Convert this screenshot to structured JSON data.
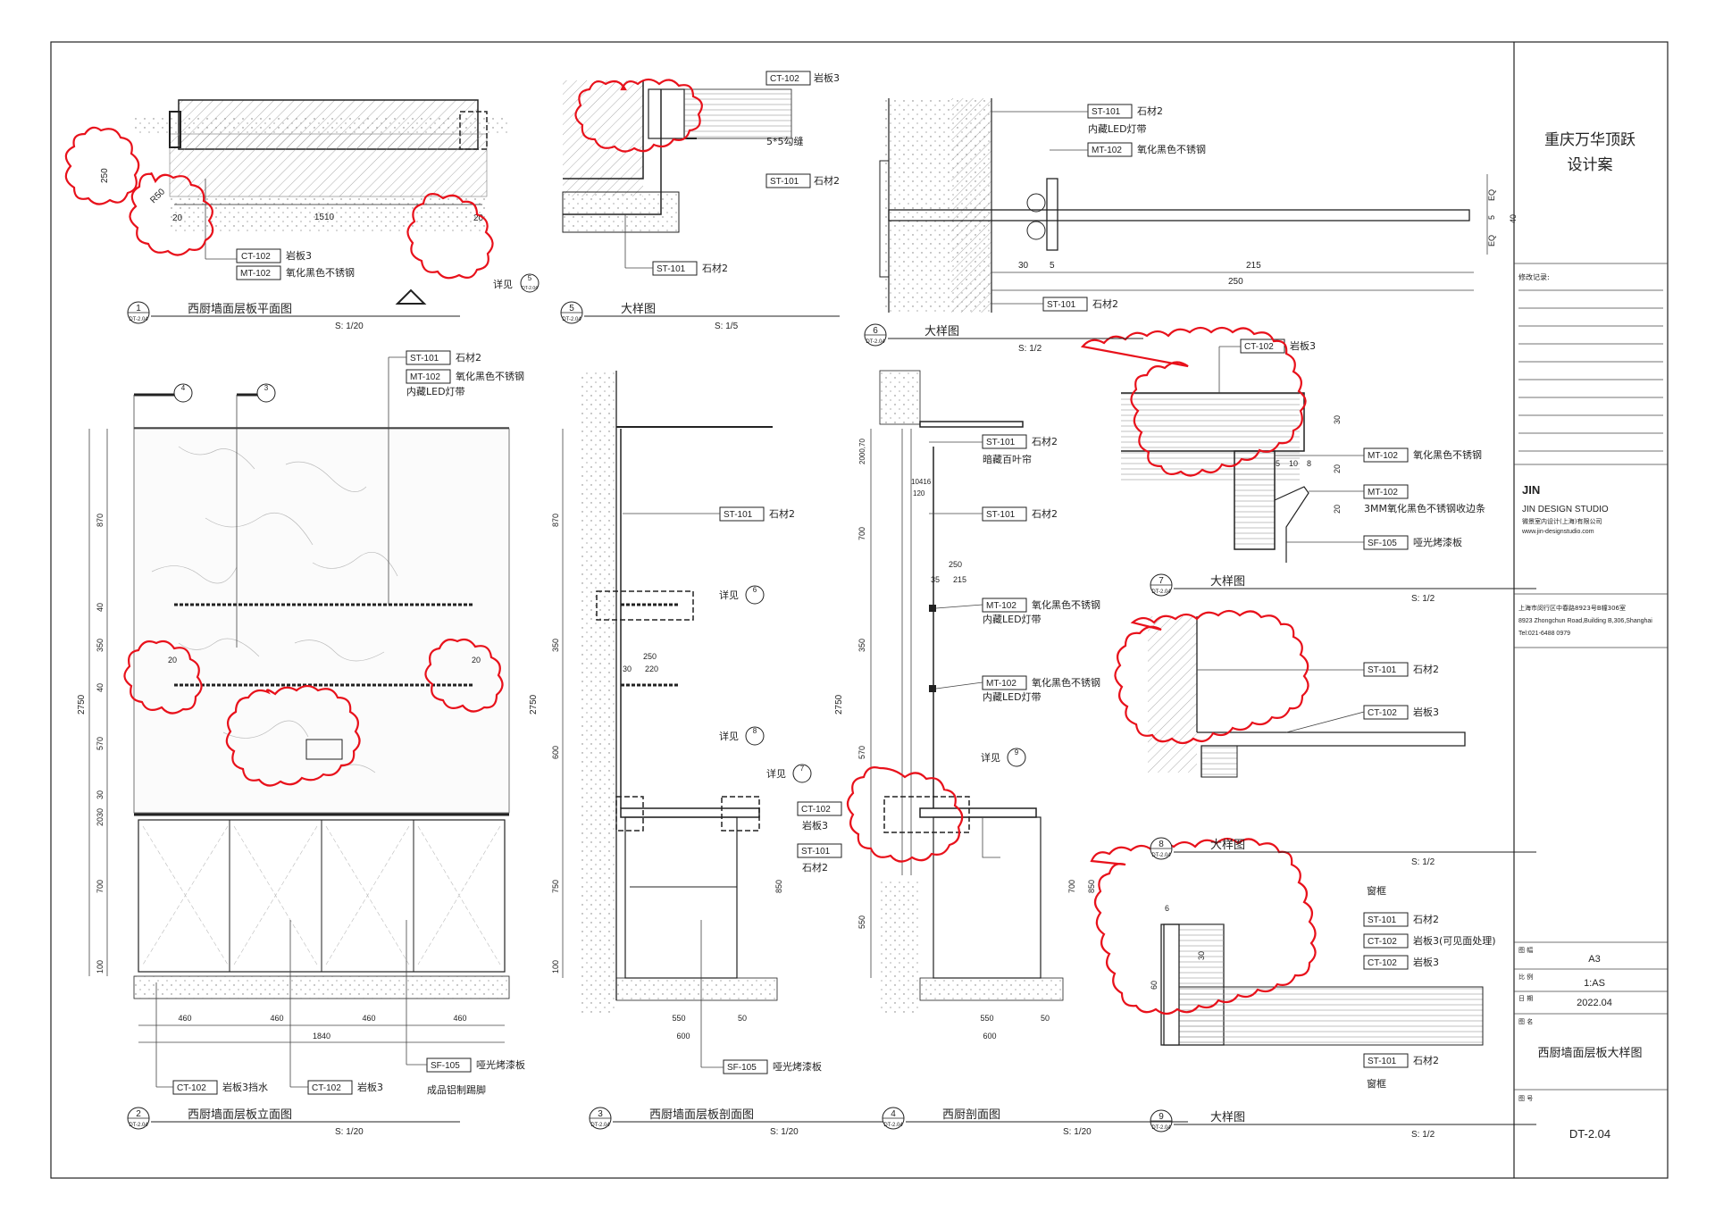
{
  "title_block": {
    "project_line1": "重庆万华顶跃",
    "project_line2": "设计案",
    "revision_label": "修改记录:",
    "studio_name": "JIN DESIGN STUDIO",
    "studio_cn": "微景室内设计(上海)有限公司",
    "studio_web": "www.jin-designstudio.com",
    "address_cn": "上海市闵行区中春路8923号B幢306室",
    "address_en": "8923 Zhongchun Road,Building B,306,Shanghai",
    "tel": "Tel:021-6488 0979",
    "size_label": "图 幅",
    "size_value": "A3",
    "scale_label": "比 例",
    "scale_value": "1:AS",
    "date_label": "日 期",
    "date_value": "2022.04",
    "name_label": "图 名",
    "drawing_name": "西厨墙面层板大样图",
    "number_label": "图 号",
    "drawing_number": "DT-2.04"
  },
  "views": [
    {
      "num": "1",
      "sheet": "DT-2.04",
      "title": "西厨墙面层板平面图",
      "scale": "S: 1/20"
    },
    {
      "num": "5",
      "sheet": "DT-2.04",
      "title": "大样图",
      "scale": "S: 1/5"
    },
    {
      "num": "6",
      "sheet": "DT-2.04",
      "title": "大样图",
      "scale": "S: 1/2"
    },
    {
      "num": "7",
      "sheet": "DT-2.04",
      "title": "大样图",
      "scale": "S: 1/2"
    },
    {
      "num": "8",
      "sheet": "DT-2.04",
      "title": "大样图",
      "scale": "S: 1/2"
    },
    {
      "num": "9",
      "sheet": "DT-2.04",
      "title": "大样图",
      "scale": "S: 1/2"
    },
    {
      "num": "2",
      "sheet": "DT-2.04",
      "title": "西厨墙面层板立面图",
      "scale": "S: 1/20"
    },
    {
      "num": "3",
      "sheet": "DT-2.04",
      "title": "西厨墙面层板剖面图",
      "scale": "S: 1/20"
    },
    {
      "num": "4",
      "sheet": "DT-2.04",
      "title": "西厨剖面图",
      "scale": "S: 1/20"
    }
  ],
  "codes": {
    "ct102": "CT-102",
    "mt102": "MT-102",
    "st101": "ST-101",
    "sf105": "SF-105"
  },
  "materials": {
    "rock3": "岩板3",
    "oxide_steel": "氧化黑色不锈钢",
    "stone2": "石材2",
    "led": "内藏LED灯带",
    "matte_paint": "哑光烤漆板",
    "rock3_water": "岩板3挡水",
    "alu_kick": "成品铝制踢脚",
    "blinds": "暗藏百叶帘",
    "edge_strip": "3MM氧化黑色不锈钢收边条",
    "rock3_visible": "岩板3(可见面处理)",
    "window": "窗框",
    "groove": "5*5勾缝",
    "see": "详见"
  },
  "dims": {
    "v1_w": "1510",
    "v1_d": "250",
    "v1_a": "20",
    "v1_b": "20",
    "v1_r": "R50",
    "v6_a": "30",
    "v6_b": "5",
    "v6_c": "215",
    "v6_d": "250",
    "v6_eq": "EQ",
    "v6_5": "5",
    "v6_40": "40",
    "v2_h": "2750",
    "v2_870": "870",
    "v2_40": "40",
    "v2_350": "350",
    "v2_570": "570",
    "v2_30": "30",
    "v2_2030": "2030",
    "v2_700": "700",
    "v2_100": "100",
    "v2_460": "460",
    "v2_1840": "1840",
    "v3_250": "250",
    "v3_30": "30",
    "v3_220": "220",
    "v3_550": "550",
    "v3_50": "50",
    "v3_600": "600",
    "v3_750": "750",
    "v3_850": "850",
    "v4_200": "2000,70",
    "v4_104": "10416",
    "v4_120": "120",
    "v4_35": "35",
    "v4_215": "215",
    "v7_30": "30",
    "v7_20": "20",
    "v7_5": "5",
    "v7_10": "10",
    "v7_8": "8",
    "v9_6": "6",
    "v9_30": "30",
    "v9_60": "60"
  }
}
